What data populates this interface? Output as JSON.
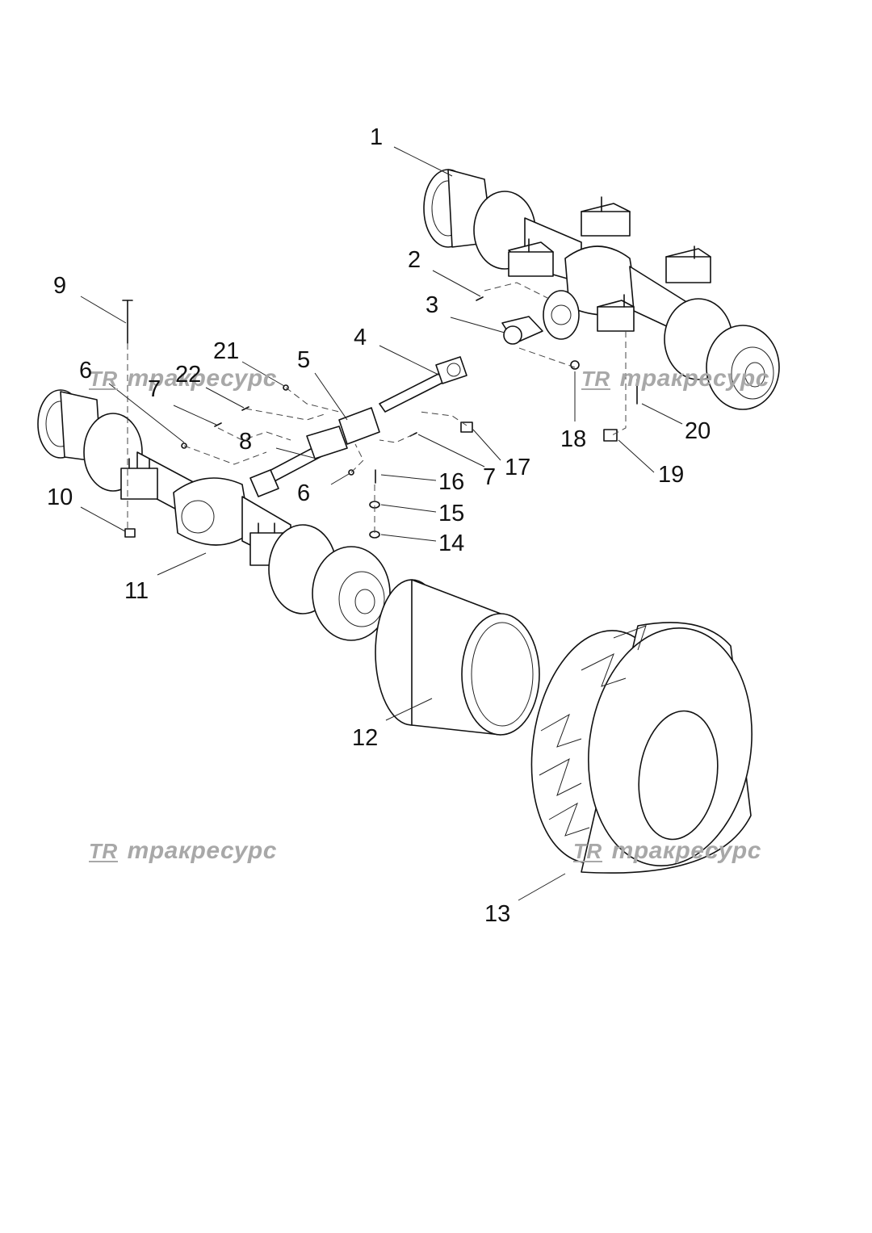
{
  "callouts": [
    {
      "id": "1",
      "label": "1"
    },
    {
      "id": "2",
      "label": "2"
    },
    {
      "id": "3",
      "label": "3"
    },
    {
      "id": "4",
      "label": "4"
    },
    {
      "id": "5",
      "label": "5"
    },
    {
      "id": "6a",
      "label": "6"
    },
    {
      "id": "6b",
      "label": "6"
    },
    {
      "id": "7a",
      "label": "7"
    },
    {
      "id": "7b",
      "label": "7"
    },
    {
      "id": "8",
      "label": "8"
    },
    {
      "id": "9",
      "label": "9"
    },
    {
      "id": "10",
      "label": "10"
    },
    {
      "id": "11",
      "label": "11"
    },
    {
      "id": "12",
      "label": "12"
    },
    {
      "id": "13",
      "label": "13"
    },
    {
      "id": "14",
      "label": "14"
    },
    {
      "id": "15",
      "label": "15"
    },
    {
      "id": "16",
      "label": "16"
    },
    {
      "id": "17",
      "label": "17"
    },
    {
      "id": "18",
      "label": "18"
    },
    {
      "id": "19",
      "label": "19"
    },
    {
      "id": "20",
      "label": "20"
    },
    {
      "id": "21",
      "label": "21"
    },
    {
      "id": "22",
      "label": "22"
    }
  ],
  "watermark": {
    "logo": "TR",
    "text": "тракресурс"
  }
}
